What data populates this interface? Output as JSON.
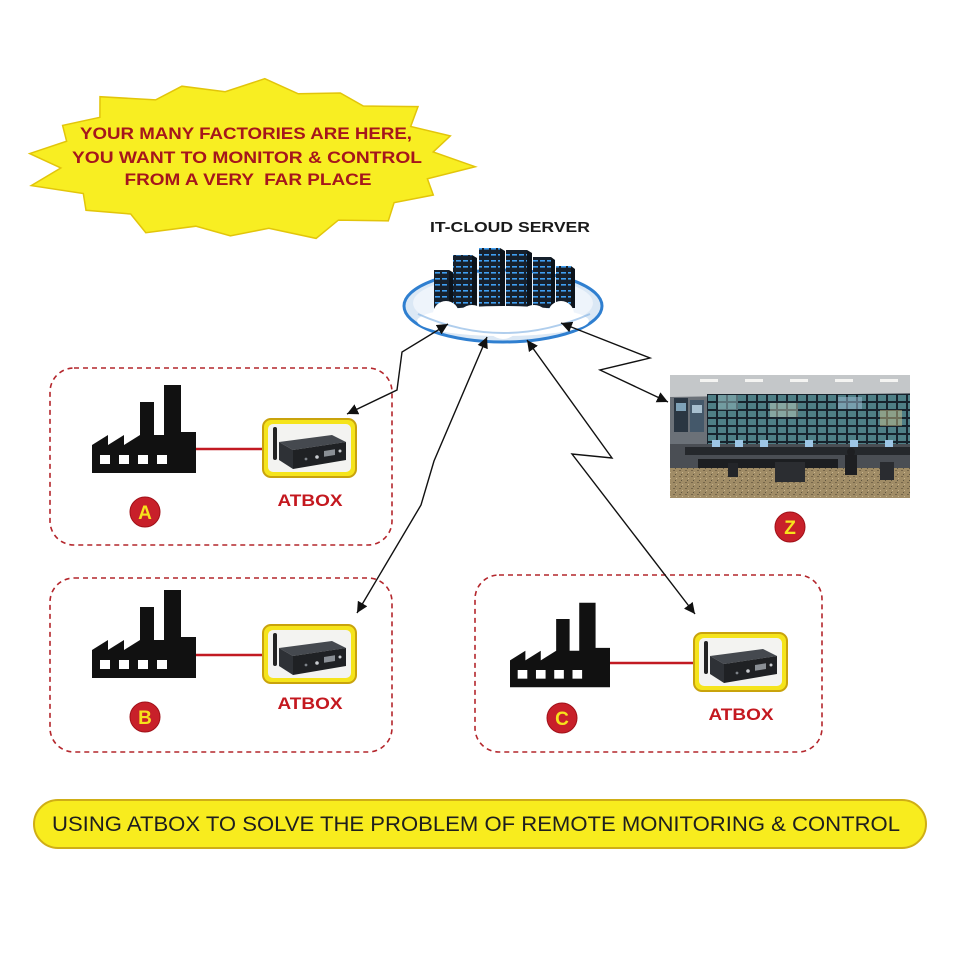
{
  "callout": {
    "lines": [
      "YOUR MANY FACTORIES ARE HERE,",
      "YOU WANT TO MONITOR & CONTROL",
      "FROM A VERY  FAR PLACE"
    ]
  },
  "cloud": {
    "label": "IT-CLOUD SERVER",
    "icon": "cloud-server-icon"
  },
  "sites": [
    {
      "badge": "A",
      "device_label": "ATBOX",
      "icon": "factory-icon",
      "device_icon": "atbox-device-icon"
    },
    {
      "badge": "B",
      "device_label": "ATBOX",
      "icon": "factory-icon",
      "device_icon": "atbox-device-icon"
    },
    {
      "badge": "C",
      "device_label": "ATBOX",
      "icon": "factory-icon",
      "device_icon": "atbox-device-icon"
    }
  ],
  "control_center": {
    "badge": "Z",
    "icon": "control-room-image"
  },
  "links": {
    "icon": "lightning-arrow-icon",
    "bidirectional": true
  },
  "banner": {
    "text": "USING ATBOX TO SOLVE THE PROBLEM OF REMOTE MONITORING & CONTROL"
  },
  "colors": {
    "callout_fill": "#f8ee22",
    "callout_stroke": "#e2c50a",
    "callout_text": "#a5161c",
    "cloud_glow": "#2f7fd0",
    "site_border": "#b4262c",
    "link_line": "#c21a22",
    "device_label": "#c4181f",
    "badge_fill": "#c8202a",
    "badge_letter": "#f6e31c",
    "arrow": "#111111",
    "banner_fill": "#f8ec1e",
    "banner_text": "#1e1e1e"
  }
}
